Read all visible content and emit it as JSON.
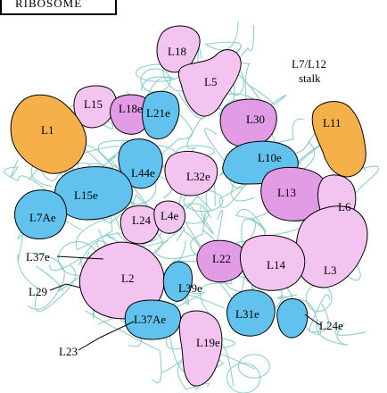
{
  "title": "RIBOSOME",
  "colors": {
    "pink": "#f3c4f0",
    "magenta": "#e29ce6",
    "blue": "#62c2ee",
    "orange": "#f6b04a",
    "rna": "#7cc7c2",
    "outline": "#000000"
  },
  "proteins": [
    {
      "key": "L18",
      "label": "L18",
      "color": "pink"
    },
    {
      "key": "L5",
      "label": "L5",
      "color": "pink"
    },
    {
      "key": "L7L12",
      "label": "L7/L12",
      "color": "none"
    },
    {
      "key": "stalk",
      "label": "stalk",
      "color": "none"
    },
    {
      "key": "L15",
      "label": "L15",
      "color": "pink"
    },
    {
      "key": "L18e",
      "label": "L18e",
      "color": "magenta"
    },
    {
      "key": "L21e",
      "label": "L21e",
      "color": "blue"
    },
    {
      "key": "L30",
      "label": "L30",
      "color": "magenta"
    },
    {
      "key": "L11",
      "label": "L11",
      "color": "orange"
    },
    {
      "key": "L1",
      "label": "L1",
      "color": "orange"
    },
    {
      "key": "L10e",
      "label": "L10e",
      "color": "blue"
    },
    {
      "key": "L44e",
      "label": "L44e",
      "color": "blue"
    },
    {
      "key": "L32e",
      "label": "L32e",
      "color": "pink"
    },
    {
      "key": "L13",
      "label": "L13",
      "color": "magenta"
    },
    {
      "key": "L6",
      "label": "L6",
      "color": "pink"
    },
    {
      "key": "L15e",
      "label": "L15e",
      "color": "blue"
    },
    {
      "key": "L7Ae",
      "label": "L7Ae",
      "color": "blue"
    },
    {
      "key": "L24",
      "label": "L24",
      "color": "pink"
    },
    {
      "key": "L4e",
      "label": "L4e",
      "color": "pink"
    },
    {
      "key": "L37e",
      "label": "L37e",
      "color": "blue"
    },
    {
      "key": "L22",
      "label": "L22",
      "color": "magenta"
    },
    {
      "key": "L14",
      "label": "L14",
      "color": "pink"
    },
    {
      "key": "L3",
      "label": "L3",
      "color": "pink"
    },
    {
      "key": "L2",
      "label": "L2",
      "color": "pink"
    },
    {
      "key": "L29",
      "label": "L29",
      "color": "pink"
    },
    {
      "key": "L39e",
      "label": "L39e",
      "color": "blue"
    },
    {
      "key": "L31e",
      "label": "L31e",
      "color": "blue"
    },
    {
      "key": "L24e",
      "label": "L24e",
      "color": "blue"
    },
    {
      "key": "L37Ae",
      "label": "L37Ae",
      "color": "blue"
    },
    {
      "key": "L19e",
      "label": "L19e",
      "color": "pink"
    },
    {
      "key": "L23",
      "label": "L23",
      "color": "pink"
    }
  ]
}
